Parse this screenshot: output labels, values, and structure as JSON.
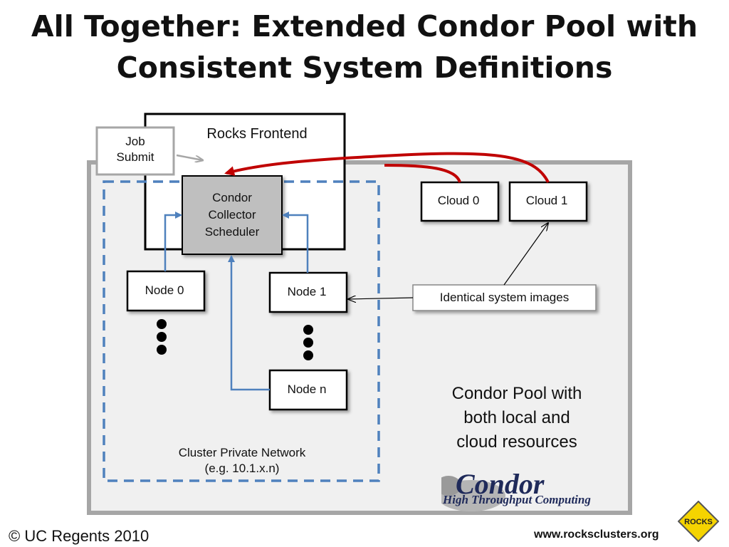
{
  "title": {
    "line1": "All Together: Extended Condor Pool with",
    "line2": "Consistent System Definitions"
  },
  "diagram": {
    "frontend_label": "Rocks Frontend",
    "job_submit": [
      "Job",
      "Submit"
    ],
    "scheduler": [
      "Condor",
      "Collector",
      "Scheduler"
    ],
    "nodes": {
      "node0": "Node 0",
      "node1": "Node 1",
      "noden": "Node n"
    },
    "clouds": {
      "cloud0": "Cloud 0",
      "cloud1": "Cloud 1"
    },
    "images_label": "Identical system images",
    "pool_text": [
      "Condor Pool  with",
      "both local and",
      "cloud resources"
    ],
    "network_label": [
      "Cluster Private Network",
      "(e.g. 10.1.x.n)"
    ]
  },
  "logo": {
    "name": "Condor",
    "tagline": "High Throughput Computing"
  },
  "footer": {
    "copyright": "© UC Regents 2010",
    "url": "www.rocksclusters.org",
    "badge": "ROCKS"
  },
  "colors": {
    "blue": "#4f81bd",
    "red": "#c00000",
    "pool_bg": "#f0f0f0",
    "scheduler_bg": "#bfbfbf",
    "badge": "#f5d400"
  }
}
